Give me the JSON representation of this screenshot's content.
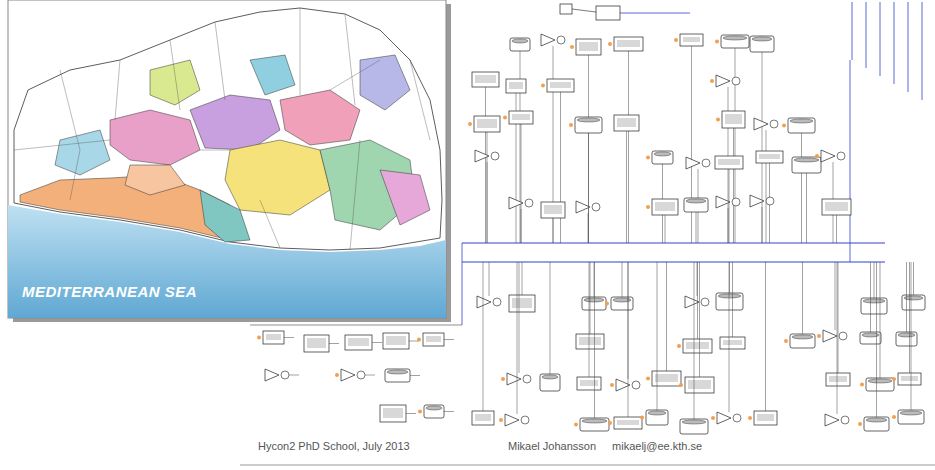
{
  "diagram": {
    "labels": [
      "MEDITERRANEAN SEA",
      "Hycon2 PhD School, July 2013",
      "Mikael Johansson",
      "mikaelj@ee.kth.se"
    ]
  }
}
